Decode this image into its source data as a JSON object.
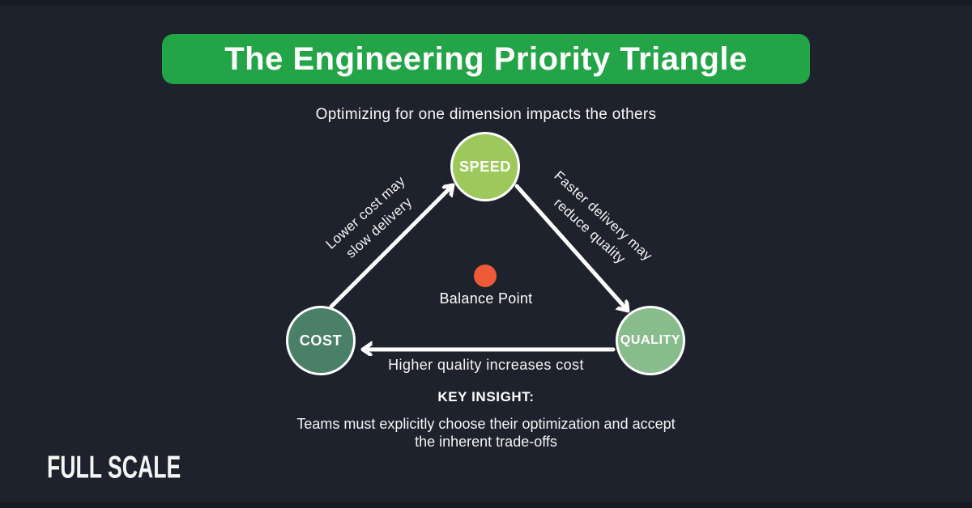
{
  "colors": {
    "background": "#1e222c",
    "edge_bar": "#161a22",
    "title_banner": "#22a447",
    "node_speed": "#9dc95c",
    "node_cost": "#4a8068",
    "node_quality": "#89bc8d",
    "balance_point": "#ef5a38",
    "arrow": "#ffffff",
    "text": "#ffffff"
  },
  "header": {
    "title": "The Engineering Priority Triangle",
    "subtitle": "Optimizing for one dimension impacts the others"
  },
  "diagram": {
    "nodes": [
      {
        "id": "speed",
        "label": "SPEED"
      },
      {
        "id": "cost",
        "label": "COST"
      },
      {
        "id": "quality",
        "label": "QUALITY"
      }
    ],
    "edges": [
      {
        "from": "cost",
        "to": "speed",
        "label": "Lower cost may slow delivery",
        "label_lines": [
          "Lower cost may",
          "slow delivery"
        ]
      },
      {
        "from": "speed",
        "to": "quality",
        "label": "Faster delivery may reduce quality",
        "label_lines": [
          "Faster delivery may",
          "reduce quality"
        ]
      },
      {
        "from": "quality",
        "to": "cost",
        "label": "Higher quality increases cost"
      }
    ],
    "balance_point_label": "Balance Point"
  },
  "insight": {
    "heading": "KEY INSIGHT:",
    "body": "Teams must explicitly choose their optimization and accept the inherent trade-offs",
    "body_lines": [
      "Teams must explicitly choose their optimization and accept",
      "the inherent trade-offs"
    ]
  },
  "footer": {
    "logo_text": "FULL SCALE"
  }
}
